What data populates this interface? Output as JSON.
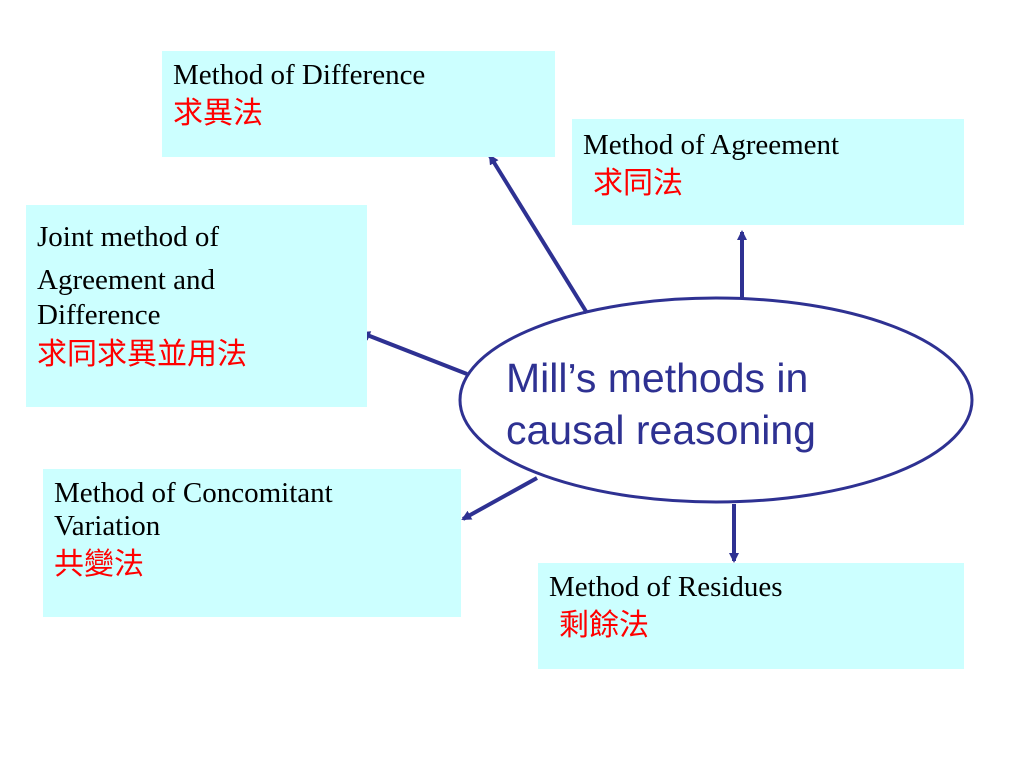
{
  "slide": {
    "center": {
      "title_line1": "Mill’s methods in",
      "title_line2": "causal reasoning"
    },
    "methods": [
      {
        "id": "difference",
        "english": "Method of Difference",
        "chinese": "求異法"
      },
      {
        "id": "agreement",
        "english": "Method of Agreement",
        "chinese": "求同法"
      },
      {
        "id": "joint",
        "english_line1": "Joint method of",
        "english_line2": "Agreement and",
        "english_line3": "Difference",
        "chinese": "求同求異並用法"
      },
      {
        "id": "concomitant",
        "english_line1": "Method of Concomitant",
        "english_line2": "Variation",
        "chinese": "共變法"
      },
      {
        "id": "residues",
        "english": "Method of Residues",
        "chinese": "剩餘法"
      }
    ]
  },
  "colors": {
    "box_fill": "#ccffff",
    "chinese_text": "#ff0000",
    "english_text": "#000000",
    "arrow_and_ellipse": "#2e3192",
    "background": "#ffffff"
  }
}
